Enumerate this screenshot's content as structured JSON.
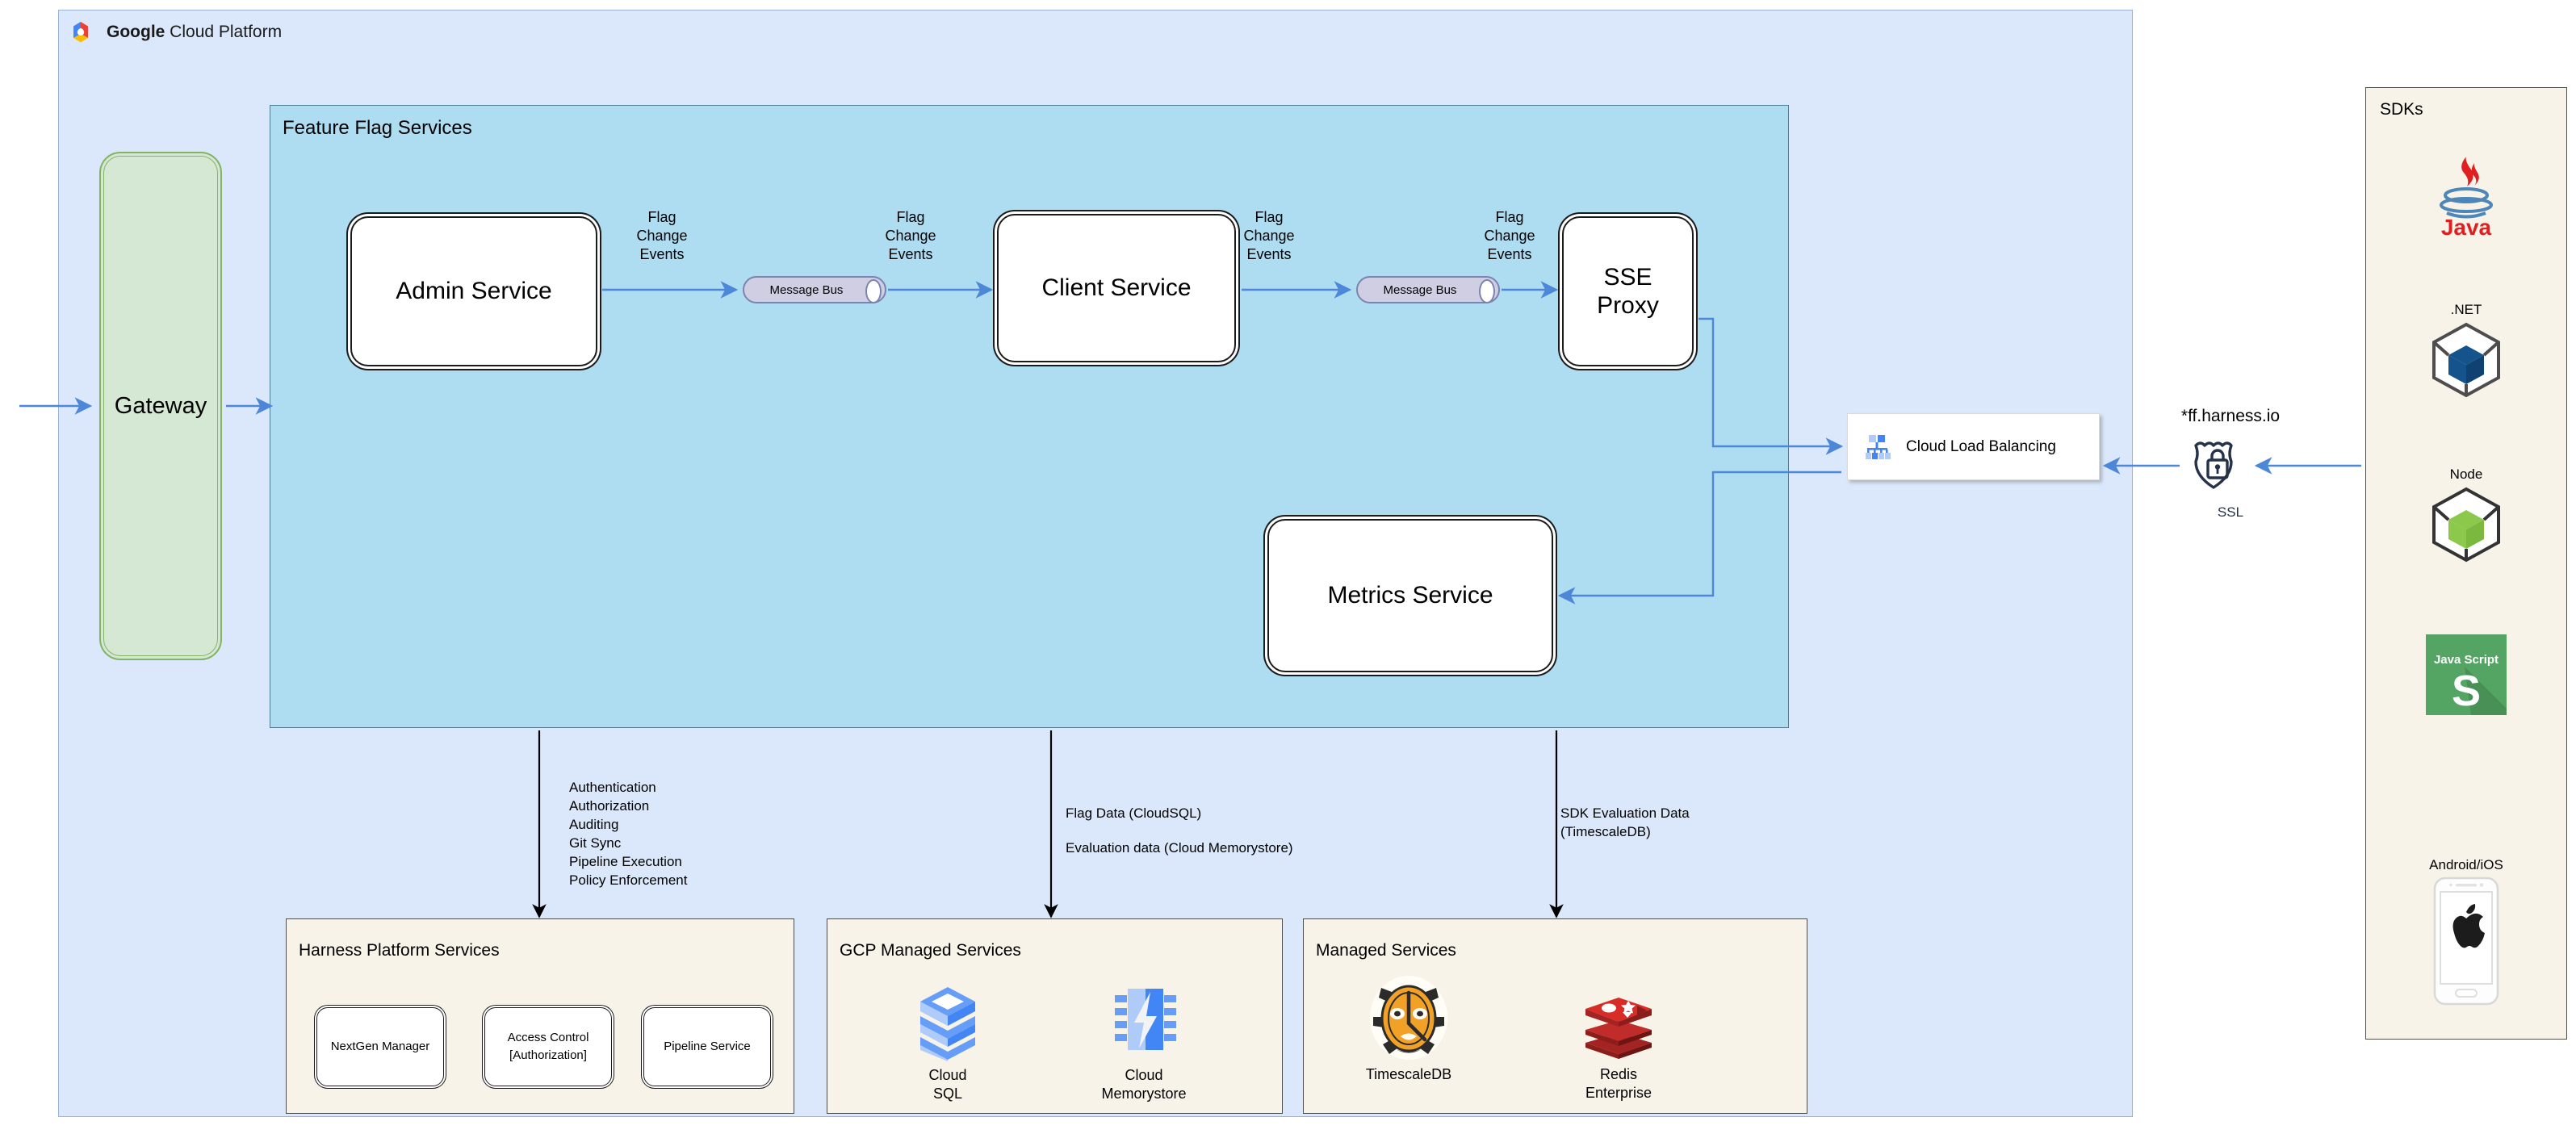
{
  "gcp": {
    "title_bold": "Google",
    "title_rest": " Cloud Platform",
    "logo_icon": "google-cloud-logo"
  },
  "gateway": {
    "label": "Gateway"
  },
  "feature_flag_services": {
    "title": "Feature Flag Services",
    "services": {
      "admin": "Admin Service",
      "client": "Client Service",
      "sse_proxy": "SSE\nProxy",
      "metrics": "Metrics Service"
    },
    "message_bus": {
      "label_1": "Message Bus",
      "label_2": "Message Bus"
    },
    "edge_labels": {
      "e1": "Flag\nChange\nEvents",
      "e2": "Flag\nChange\nEvents",
      "e3": "Flag\nChange\nEvents",
      "e4": "Flag\nChange\nEvents"
    }
  },
  "load_balancer": {
    "label": "Cloud Load Balancing",
    "icon": "cloud-load-balancing-icon"
  },
  "edge": {
    "domain": "*ff.harness.io",
    "ssl_label": "SSL",
    "ssl_icon": "ssl-shield-lock-icon"
  },
  "sdks": {
    "title": "SDKs",
    "items": [
      {
        "caption": "",
        "icon": "java-logo",
        "name": "java"
      },
      {
        "caption": ".NET",
        "icon": "dotnet-cube-icon",
        "name": "dotnet"
      },
      {
        "caption": "Node",
        "icon": "node-cube-icon",
        "name": "node"
      },
      {
        "caption": "",
        "icon": "javascript-logo",
        "name": "javascript"
      },
      {
        "caption": "Android/iOS",
        "icon": "mobile-phone-apple-icon",
        "name": "mobile"
      }
    ]
  },
  "annotations": {
    "harness_platform": "Authentication\nAuthorization\nAuditing\nGit Sync\nPipeline Execution\nPolicy Enforcement",
    "flag_data": "Flag Data (CloudSQL)",
    "evaluation_data": "Evaluation data (Cloud Memorystore)",
    "sdk_evaluation": "SDK Evaluation Data\n(TimescaleDB)"
  },
  "harness_platform_services": {
    "title": "Harness Platform Services",
    "items": [
      {
        "label": "NextGen Manager"
      },
      {
        "label": "Access Control\n[Authorization]"
      },
      {
        "label": "Pipeline Service"
      }
    ]
  },
  "gcp_managed_services": {
    "title": "GCP Managed Services",
    "items": [
      {
        "label": "Cloud\nSQL",
        "icon": "cloud-sql-icon"
      },
      {
        "label": "Cloud\nMemorystore",
        "icon": "cloud-memorystore-icon"
      }
    ]
  },
  "managed_services": {
    "title": "Managed Services",
    "items": [
      {
        "label": "TimescaleDB",
        "icon": "timescaledb-tiger-icon"
      },
      {
        "label": "Redis\nEnterprise",
        "icon": "redis-stack-icon"
      }
    ]
  },
  "colors": {
    "gcp_panel_bg": "#dbe8fb",
    "ffs_panel_bg": "#aedcf0",
    "gateway_bg": "#d5e8d4",
    "gateway_border": "#82b366",
    "subpanel_bg": "#f7f3e9",
    "arrow_blue": "#4d87d8",
    "arrow_black": "#000000"
  }
}
